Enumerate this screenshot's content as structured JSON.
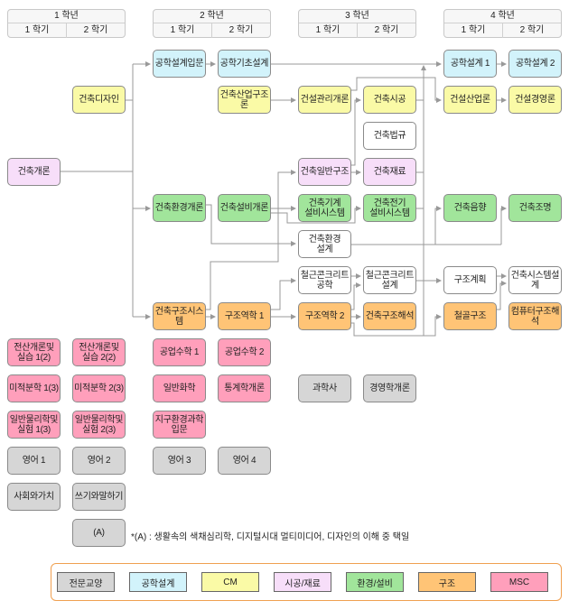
{
  "headers": [
    {
      "year": "1 학년",
      "sem1": "1 학기",
      "sem2": "2 학기"
    },
    {
      "year": "2 학년",
      "sem1": "1 학기",
      "sem2": "2 학기"
    },
    {
      "year": "3 학년",
      "sem1": "1 학기",
      "sem2": "2 학기"
    },
    {
      "year": "4 학년",
      "sem1": "1 학기",
      "sem2": "2 학기"
    }
  ],
  "courses": {
    "intro_arch": {
      "label": "건축개론",
      "category": "시공/재료"
    },
    "arch_design": {
      "label": "건축디자인",
      "category": "CM"
    },
    "eng_design_intro": {
      "label": "공학설계입문",
      "category": "공학설계"
    },
    "eng_basic_design": {
      "label": "공학기초설계",
      "category": "공학설계"
    },
    "eng_design_1": {
      "label": "공학설계 1",
      "category": "공학설계"
    },
    "eng_design_2": {
      "label": "공학설계 2",
      "category": "공학설계"
    },
    "arch_industry_struct": {
      "label": "건축산업구조론",
      "category": "CM"
    },
    "const_mgmt_intro": {
      "label": "건설관리개론",
      "category": "CM"
    },
    "arch_construction": {
      "label": "건축시공",
      "category": "CM"
    },
    "const_industry": {
      "label": "건설산업론",
      "category": "CM"
    },
    "const_management": {
      "label": "건설경영론",
      "category": "CM"
    },
    "building_law": {
      "label": "건축법규",
      "category": "none"
    },
    "general_structure": {
      "label": "건축일반구조",
      "category": "시공/재료"
    },
    "arch_materials": {
      "label": "건축재료",
      "category": "시공/재료"
    },
    "env_intro": {
      "label": "건축환경개론",
      "category": "환경/설비"
    },
    "equip_intro": {
      "label": "건축설비개론",
      "category": "환경/설비"
    },
    "mech_system": {
      "label": "건축기계\n설비시스템",
      "category": "환경/설비"
    },
    "elec_system": {
      "label": "건축전기\n설비시스템",
      "category": "환경/설비"
    },
    "acoustics": {
      "label": "건축음향",
      "category": "환경/설비"
    },
    "lighting": {
      "label": "건축조명",
      "category": "환경/설비"
    },
    "env_design": {
      "label": "건축환경\n설계",
      "category": "none"
    },
    "rc_eng": {
      "label": "철근콘크리트\n공학",
      "category": "none"
    },
    "rc_design": {
      "label": "철근콘크리트\n설계",
      "category": "none"
    },
    "struct_planning": {
      "label": "구조계획",
      "category": "none"
    },
    "arch_system_design": {
      "label": "건축시스템설계",
      "category": "none"
    },
    "struct_system": {
      "label": "건축구조시스템",
      "category": "구조"
    },
    "mechanics_1": {
      "label": "구조역학 1",
      "category": "구조"
    },
    "mechanics_2": {
      "label": "구조역학 2",
      "category": "구조"
    },
    "struct_analysis": {
      "label": "건축구조해석",
      "category": "구조"
    },
    "steel_struct": {
      "label": "철골구조",
      "category": "구조"
    },
    "computer_struct": {
      "label": "컴퓨터구조해석",
      "category": "구조"
    },
    "computing_1": {
      "label": "전산개론및\n실습 1(2)",
      "category": "MSC"
    },
    "computing_2": {
      "label": "전산개론및\n실습 2(2)",
      "category": "MSC"
    },
    "calculus_1": {
      "label": "미적분학 1(3)",
      "category": "MSC"
    },
    "calculus_2": {
      "label": "미적분학 2(3)",
      "category": "MSC"
    },
    "physics_1": {
      "label": "일반물리학및\n실험 1(3)",
      "category": "MSC"
    },
    "physics_2": {
      "label": "일반물리학및\n실험 2(3)",
      "category": "MSC"
    },
    "eng_math_1": {
      "label": "공업수학 1",
      "category": "MSC"
    },
    "eng_math_2": {
      "label": "공업수학 2",
      "category": "MSC"
    },
    "gen_chem": {
      "label": "일반화학",
      "category": "MSC"
    },
    "statistics": {
      "label": "통계학개론",
      "category": "MSC"
    },
    "earth_env": {
      "label": "지구환경과학\n입문",
      "category": "MSC"
    },
    "english_1": {
      "label": "영어 1",
      "category": "전문교양"
    },
    "english_2": {
      "label": "영어 2",
      "category": "전문교양"
    },
    "english_3": {
      "label": "영어 3",
      "category": "전문교양"
    },
    "english_4": {
      "label": "영어 4",
      "category": "전문교양"
    },
    "society_values": {
      "label": "사회와가치",
      "category": "전문교양"
    },
    "writing_speaking": {
      "label": "쓰기와말하기",
      "category": "전문교양"
    },
    "elective_a": {
      "label": "(A)",
      "category": "전문교양"
    },
    "history_science": {
      "label": "과학사",
      "category": "전문교양"
    },
    "business_intro": {
      "label": "경영학개론",
      "category": "전문교양"
    }
  },
  "note": "*(A) : 생활속의 색채심리학, 디지털시대 멀티미디어, 디자인의 이해 중 택일",
  "legend": [
    {
      "label": "전문교양",
      "color": "#d6d6d6"
    },
    {
      "label": "공학설계",
      "color": "#d2f3fb"
    },
    {
      "label": "CM",
      "color": "#fafaa6"
    },
    {
      "label": "시공/재료",
      "color": "#f7def9"
    },
    {
      "label": "환경/설비",
      "color": "#a1e59b"
    },
    {
      "label": "구조",
      "color": "#ffc476"
    },
    {
      "label": "MSC",
      "color": "#ff9fbb"
    }
  ]
}
